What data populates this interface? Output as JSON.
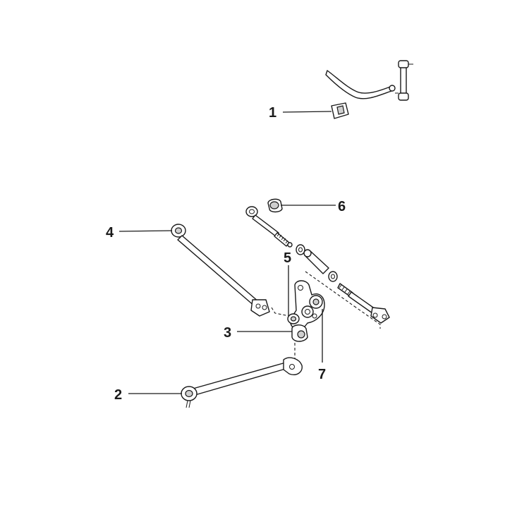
{
  "callouts": {
    "c1": "1",
    "c2": "2",
    "c3": "3",
    "c4": "4",
    "c5": "5",
    "c6": "6",
    "c7": "7"
  },
  "colors": {
    "ink": "#1a1a1a",
    "background": "#ffffff",
    "shade": "#cfcfcf"
  }
}
